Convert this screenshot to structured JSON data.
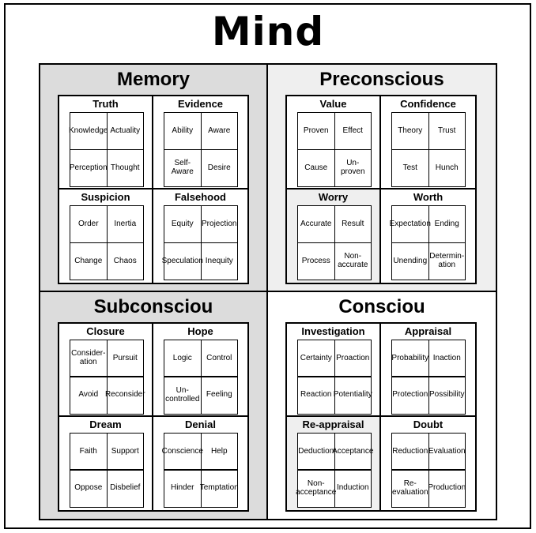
{
  "title": "Mind",
  "colors": {
    "shaded": "#dcdcdc",
    "light": "#efefef",
    "white": "#ffffff"
  },
  "quadrants": [
    {
      "title": "Memory",
      "categories": [
        {
          "title": "Truth",
          "cells": [
            "Knowledge",
            "Actuality",
            "Perception",
            "Thought"
          ]
        },
        {
          "title": "Evidence",
          "cells": [
            "Ability",
            "Aware",
            "Self-Aware",
            "Desire"
          ]
        },
        {
          "title": "Suspicion",
          "cells": [
            "Order",
            "Inertia",
            "Change",
            "Chaos"
          ]
        },
        {
          "title": "Falsehood",
          "cells": [
            "Equity",
            "Projection",
            "Speculation",
            "Inequity"
          ]
        }
      ]
    },
    {
      "title": "Preconscious",
      "categories": [
        {
          "title": "Value",
          "cells": [
            "Proven",
            "Effect",
            "Cause",
            "Un-proven"
          ]
        },
        {
          "title": "Confidence",
          "cells": [
            "Theory",
            "Trust",
            "Test",
            "Hunch"
          ]
        },
        {
          "title": "Worry",
          "cells": [
            "Accurate",
            "Result",
            "Process",
            "Non-\naccurate"
          ]
        },
        {
          "title": "Worth",
          "cells": [
            "Expectation",
            "Ending",
            "Unending",
            "Determin-\nation"
          ]
        }
      ]
    },
    {
      "title": "Subconsciou",
      "categories": [
        {
          "title": "Closure",
          "cells": [
            "Consider-\nation",
            "Pursuit",
            "Avoid",
            "Reconsider"
          ]
        },
        {
          "title": "Hope",
          "cells": [
            "Logic",
            "Control",
            "Un-\ncontrolled",
            "Feeling"
          ]
        },
        {
          "title": "Dream",
          "cells": [
            "Faith",
            "Support",
            "Oppose",
            "Disbelief"
          ]
        },
        {
          "title": "Denial",
          "cells": [
            "Conscience",
            "Help",
            "Hinder",
            "Temptation"
          ]
        }
      ]
    },
    {
      "title": "Consciou",
      "categories": [
        {
          "title": "Investigation",
          "cells": [
            "Certainty",
            "Proaction",
            "Reaction",
            "Potentiality"
          ]
        },
        {
          "title": "Appraisal",
          "cells": [
            "Probability",
            "Inaction",
            "Protection",
            "Possibility"
          ]
        },
        {
          "title": "Re-appraisal",
          "cells": [
            "Deduction",
            "Acceptance",
            "Non-\nacceptance",
            "Induction"
          ]
        },
        {
          "title": "Doubt",
          "cells": [
            "Reduction",
            "Evaluation",
            "Re-\nevaluation",
            "Production"
          ]
        }
      ]
    }
  ]
}
